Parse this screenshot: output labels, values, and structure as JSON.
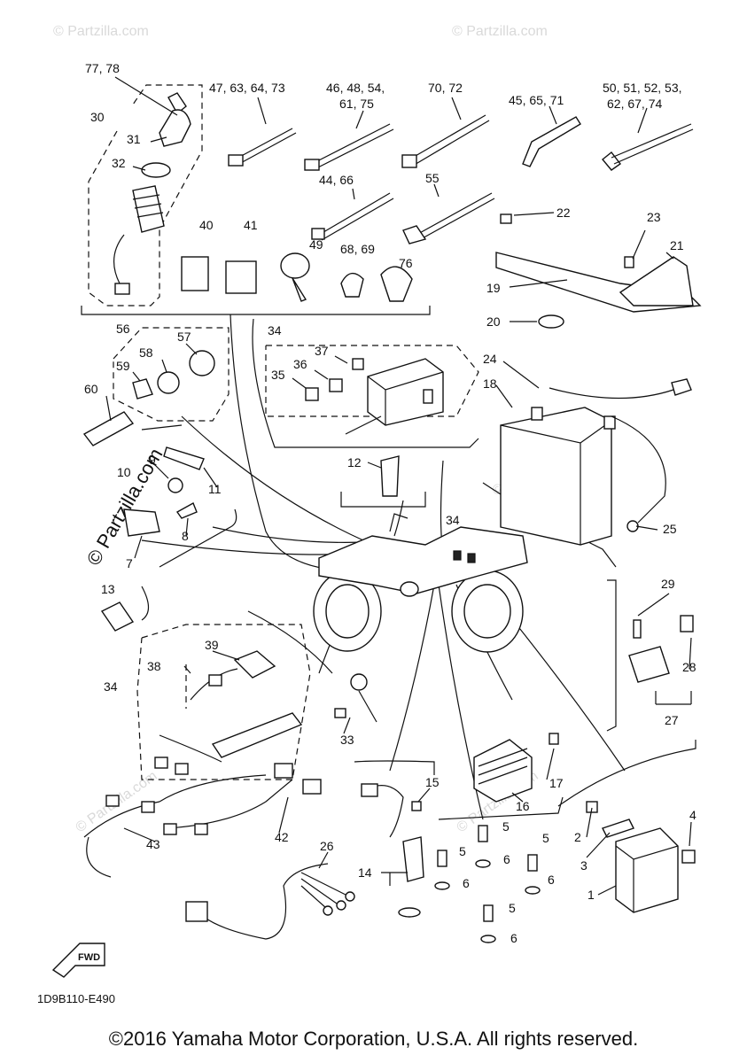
{
  "diagram": {
    "reference_code": "1D9B110-E490",
    "copyright": "©2016 Yamaha Motor Corporation, U.S.A. All rights reserved.",
    "watermark": "© Partzilla.com",
    "fwd_label": "FWD",
    "callouts": {
      "c_77_78": "77, 78",
      "c_30": "30",
      "c_31": "31",
      "c_32": "32",
      "c_47": "47, 63, 64, 73",
      "c_46a": "46, 48, 54,",
      "c_46b": "61, 75",
      "c_70": "70, 72",
      "c_45": "45, 65, 71",
      "c_50a": "50, 51, 52, 53,",
      "c_50b": "62, 67, 74",
      "c_44": "44, 66",
      "c_55": "55",
      "c_22": "22",
      "c_23": "23",
      "c_21": "21",
      "c_40": "40",
      "c_41": "41",
      "c_49": "49",
      "c_68": "68, 69",
      "c_76": "76",
      "c_19": "19",
      "c_20": "20",
      "c_56": "56",
      "c_57": "57",
      "c_58": "58",
      "c_59": "59",
      "c_60": "60",
      "c_34a": "34",
      "c_37": "37",
      "c_36": "36",
      "c_35": "35",
      "c_24": "24",
      "c_18": "18",
      "c_9": "9",
      "c_10": "10",
      "c_11": "11",
      "c_12": "12",
      "c_8": "8",
      "c_7": "7",
      "c_34b": "34",
      "c_25": "25",
      "c_13": "13",
      "c_29": "29",
      "c_39": "39",
      "c_38": "38",
      "c_34c": "34",
      "c_28": "28",
      "c_27": "27",
      "c_33": "33",
      "c_17": "17",
      "c_16": "16",
      "c_15": "15",
      "c_43": "43",
      "c_42": "42",
      "c_26": "26",
      "c_5a": "5",
      "c_5b": "5",
      "c_5c": "5",
      "c_5d": "5",
      "c_6a": "6",
      "c_6b": "6",
      "c_6c": "6",
      "c_6d": "6",
      "c_14": "14",
      "c_4": "4",
      "c_2": "2",
      "c_3": "3",
      "c_1": "1"
    }
  }
}
